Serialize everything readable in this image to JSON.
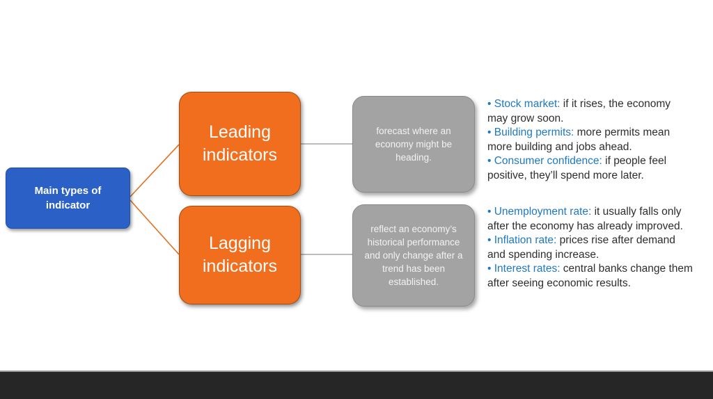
{
  "slide": {
    "root_box": {
      "label": "Main types of indicator"
    },
    "branches": [
      {
        "node_label": "Leading indicators",
        "description": "forecast where an economy might be heading.",
        "details": [
          {
            "term": "• Stock market:",
            "text": " if it rises, the economy may grow soon."
          },
          {
            "term": "• Building permits:",
            "text": " more permits mean more building and jobs ahead."
          },
          {
            "term": "• Consumer confidence:",
            "text": " if people feel positive, they’ll spend more later."
          }
        ]
      },
      {
        "node_label": "Lagging indicators",
        "description": "reflect an economy’s historical performance and only change after a trend has been established.",
        "details": [
          {
            "term": "• Unemployment rate:",
            "text": " it usually falls only after the economy has already improved."
          },
          {
            "term": "• Inflation rate:",
            "text": " prices rise after demand and spending increase."
          },
          {
            "term": "• Interest rates:",
            "text": " central banks change them after seeing economic results."
          }
        ]
      }
    ],
    "colors": {
      "root_fill": "#2b61c6",
      "branch_fill": "#f06e1e",
      "description_fill": "#a3a3a3",
      "keyword_text": "#1e78c2",
      "body_text": "#2d2d2d",
      "connector_orange": "#e2701f",
      "connector_gray": "#a6a6a6",
      "footer_bar": "#262626"
    }
  }
}
